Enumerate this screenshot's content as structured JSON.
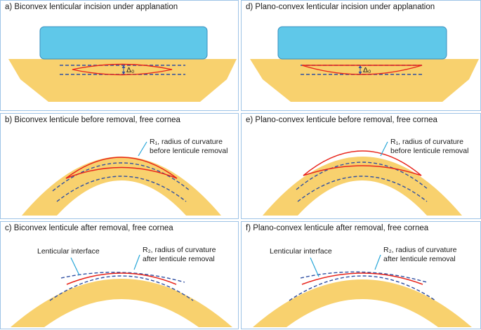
{
  "panels": {
    "a": {
      "title": "a) Biconvex lenticular incision under applanation",
      "delta": "Δ₀"
    },
    "b": {
      "title": "b) Biconvex lenticule before removal, free cornea",
      "label_line1": "R₁, radius of curvature",
      "label_line2": "before lenticule removal"
    },
    "c": {
      "title": "c) Biconvex lenticule after removal, free cornea",
      "interface_label": "Lenticular interface",
      "label_line1": "R₂, radius of curvature",
      "label_line2": "after lenticule removal"
    },
    "d": {
      "title": "d) Plano-convex lenticular incision under applanation",
      "delta": "Δ₀"
    },
    "e": {
      "title": "e) Plano-convex lenticule before removal, free cornea",
      "label_line1": "R₁, radius of curvature",
      "label_line2": "before lenticule removal"
    },
    "f": {
      "title": "f) Plano-convex lenticule after removal, free cornea",
      "interface_label": "Lenticular interface",
      "label_line1": "R₂, radius of curvature",
      "label_line2": "after lenticule removal"
    }
  },
  "colors": {
    "cornea": "#f8d16e",
    "applanation_plate": "#5fc8e9",
    "plate_border": "#3a8fbf",
    "incision_red": "#e8251b",
    "dashed_blue": "#2f4fa2",
    "pointer_cyan": "#27a6d8",
    "panel_border": "#9ec3e6"
  }
}
